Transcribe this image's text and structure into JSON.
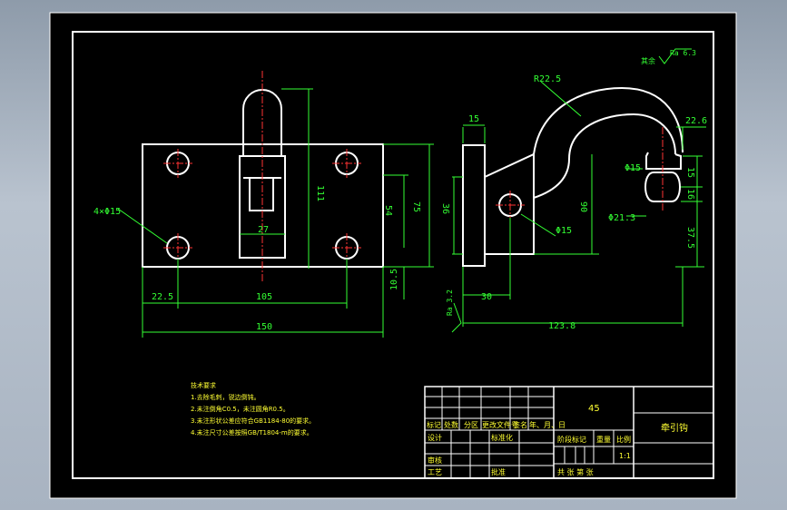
{
  "dims": {
    "left_view": {
      "hole_callout": "4×Φ15",
      "width_27": "27",
      "height_111": "111",
      "height_54": "54",
      "height_75": "75",
      "offset_10_5": "10.5",
      "offset_22_5": "22.5",
      "spacing_105": "105",
      "width_150": "150"
    },
    "right_view": {
      "radius": "R22.5",
      "thick_15": "15",
      "width_22_6": "22.6",
      "dia_15_top": "Φ15",
      "v15": "15",
      "v16": "16",
      "h36": "36",
      "h90": "90",
      "dia_15": "Φ15",
      "dia_21_3": "Φ21.3",
      "v37_5": "37.5",
      "w30": "30",
      "w123_8": "123.8",
      "ra_left": "Ra 3.2",
      "ra_top": "Ra 6.3",
      "ra_top_prefix": "其余"
    }
  },
  "notes": {
    "title": "技术要求",
    "lines": [
      "1.去除毛刺，锐边倒钝。",
      "2.未注倒角C0.5，未注圆角R0.5。",
      "3.未注形状公差应符合GB1184-80的要求。",
      "4.未注尺寸公差按照GB/T1804-m的要求。"
    ]
  },
  "title_block": {
    "material": "45",
    "part_name": "牵引钩",
    "header_cells": [
      "标记",
      "处数",
      "分区",
      "更改文件号",
      "签名",
      "年、月、日"
    ],
    "design": "设计",
    "standard": "标准化",
    "stage_mark": "阶段标记",
    "weight": "重量",
    "scale_label": "比例",
    "scale": "1:1",
    "review": "审核",
    "process": "工艺",
    "approve": "批准",
    "sheets": "共    张    第    张"
  }
}
